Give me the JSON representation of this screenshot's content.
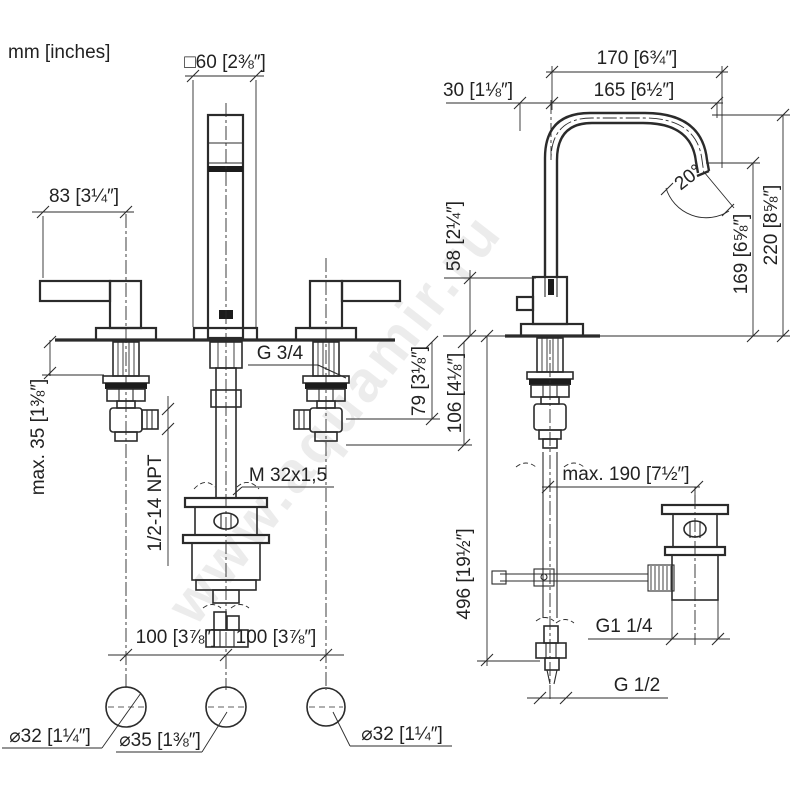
{
  "meta": {
    "units_label": "mm [inches]",
    "watermark": "www.aquamir.ru",
    "line_color": "#2b2b2b",
    "drawing_type": "faucet-dimension-drawing"
  },
  "front": {
    "dim_square60": "□60 [2⅜″]",
    "dim_83": "83 [3¼″]",
    "thread_g34": "G 3/4",
    "dim_max35": "max. 35 [1⅜″]",
    "thread_npt": "1/2-14 NPT",
    "thread_m32": "M 32x1,5",
    "dim_79": "79 [3⅛″]",
    "dim_106": "106 [4⅛″]",
    "dim_58": "58 [2¼″]",
    "dim_100_left": "100 [3⅞″]",
    "dim_100_right": "100 [3⅞″]",
    "hole_32_left": "⌀32 [1¼″]",
    "hole_35_center": "⌀35 [1⅜″]",
    "hole_32_right": "⌀32 [1¼″]"
  },
  "side": {
    "dim_170": "170 [6¾″]",
    "dim_165": "165 [6½″]",
    "dim_30": "30 [1⅛″]",
    "dim_angle": "20°",
    "dim_169": "169 [6⅝″]",
    "dim_220": "220 [8⅝″]",
    "dim_max190": "max. 190 [7½″]",
    "dim_496": "496 [19½″]",
    "thread_g114": "G1 1/4",
    "thread_g12": "G 1/2"
  }
}
